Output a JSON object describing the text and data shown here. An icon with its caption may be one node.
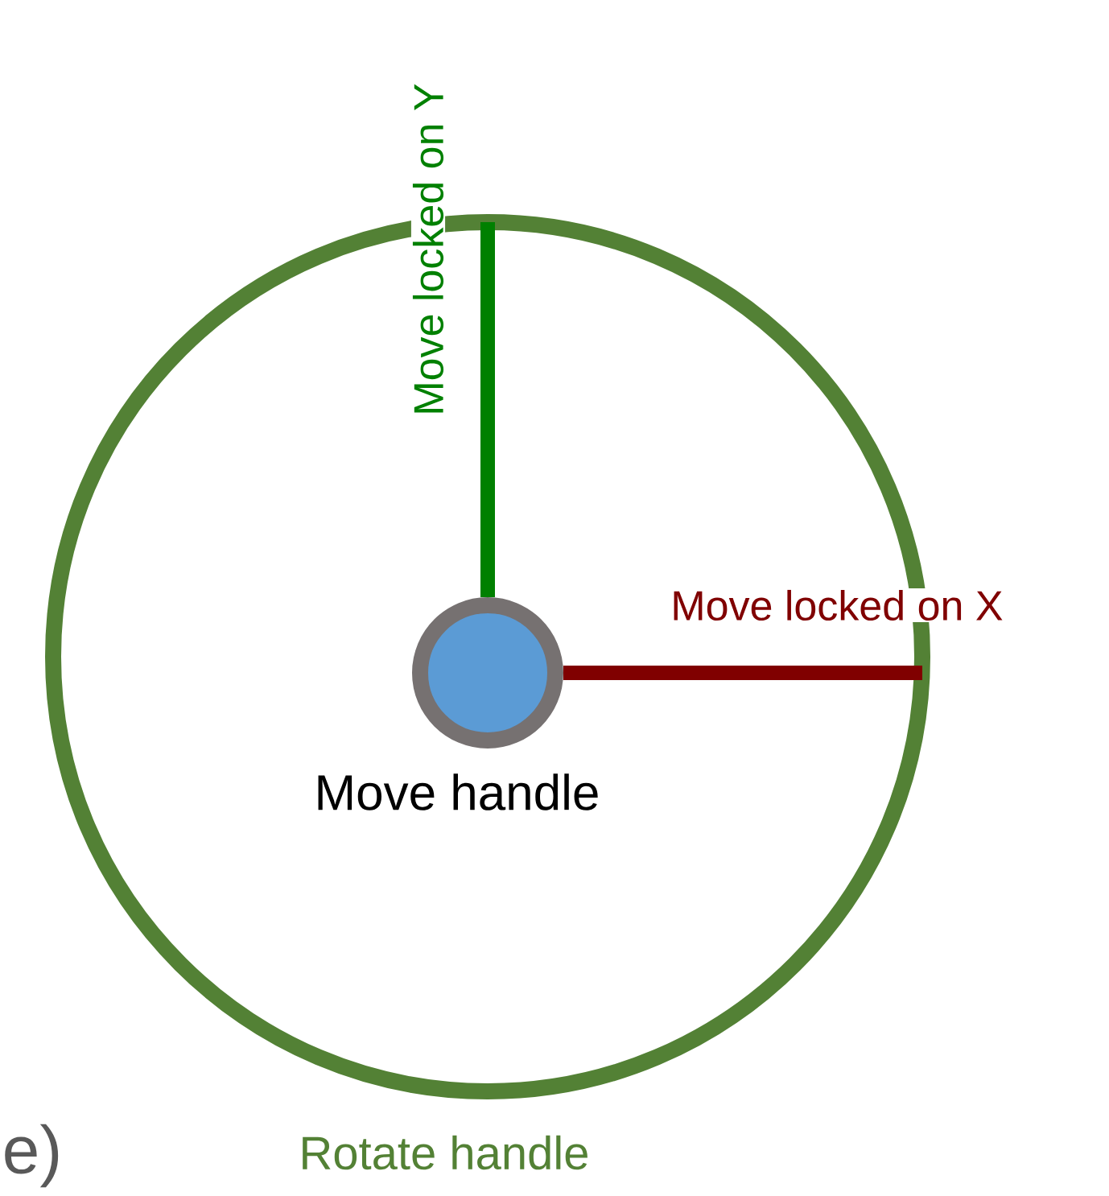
{
  "diagram": {
    "nodes": [
      {
        "text": [],
        "shape": "circle",
        "beside": [
          "Rotate handle"
        ]
      },
      {
        "text": [],
        "shape": "circle",
        "in": 0,
        "beside": [
          "Move handle"
        ]
      }
    ],
    "edges": [
      {
        "from": 1,
        "to": 0,
        "arrow": "none",
        "label": "Move locked on Y",
        "color": "#008000"
      },
      {
        "from": 1,
        "to": 0,
        "arrow": "none",
        "label": "Move locked on X",
        "color": "#800000"
      }
    ],
    "labels": [
      "e)"
    ]
  }
}
